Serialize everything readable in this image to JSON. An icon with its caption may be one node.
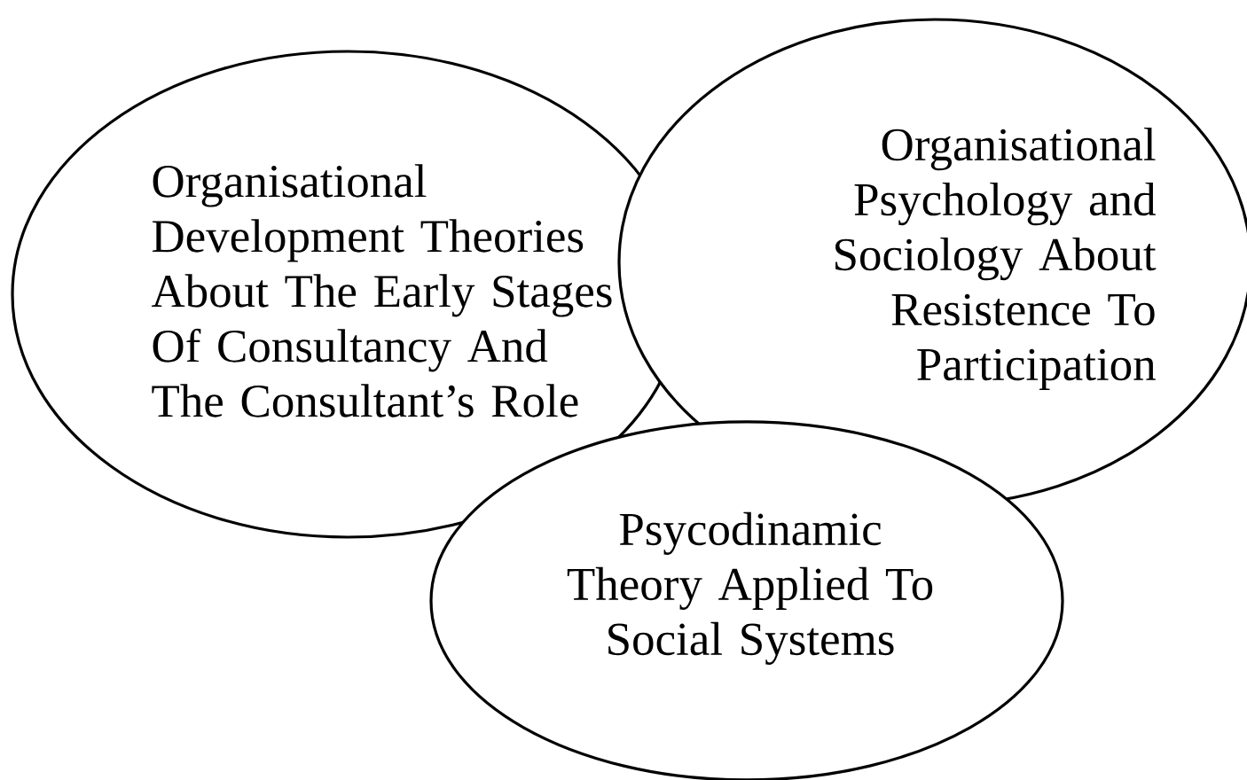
{
  "diagram": {
    "nodes": [
      {
        "text": [
          "Organisational Development Theories About The Early Stages Of Consultancy And The Consultant’s Role"
        ]
      },
      {
        "text": [
          "Organisational Psychology and Sociology About Resistence To Participation"
        ]
      },
      {
        "text": [
          "Psycodinamic Theory  Applied To Social Systems"
        ]
      }
    ]
  }
}
